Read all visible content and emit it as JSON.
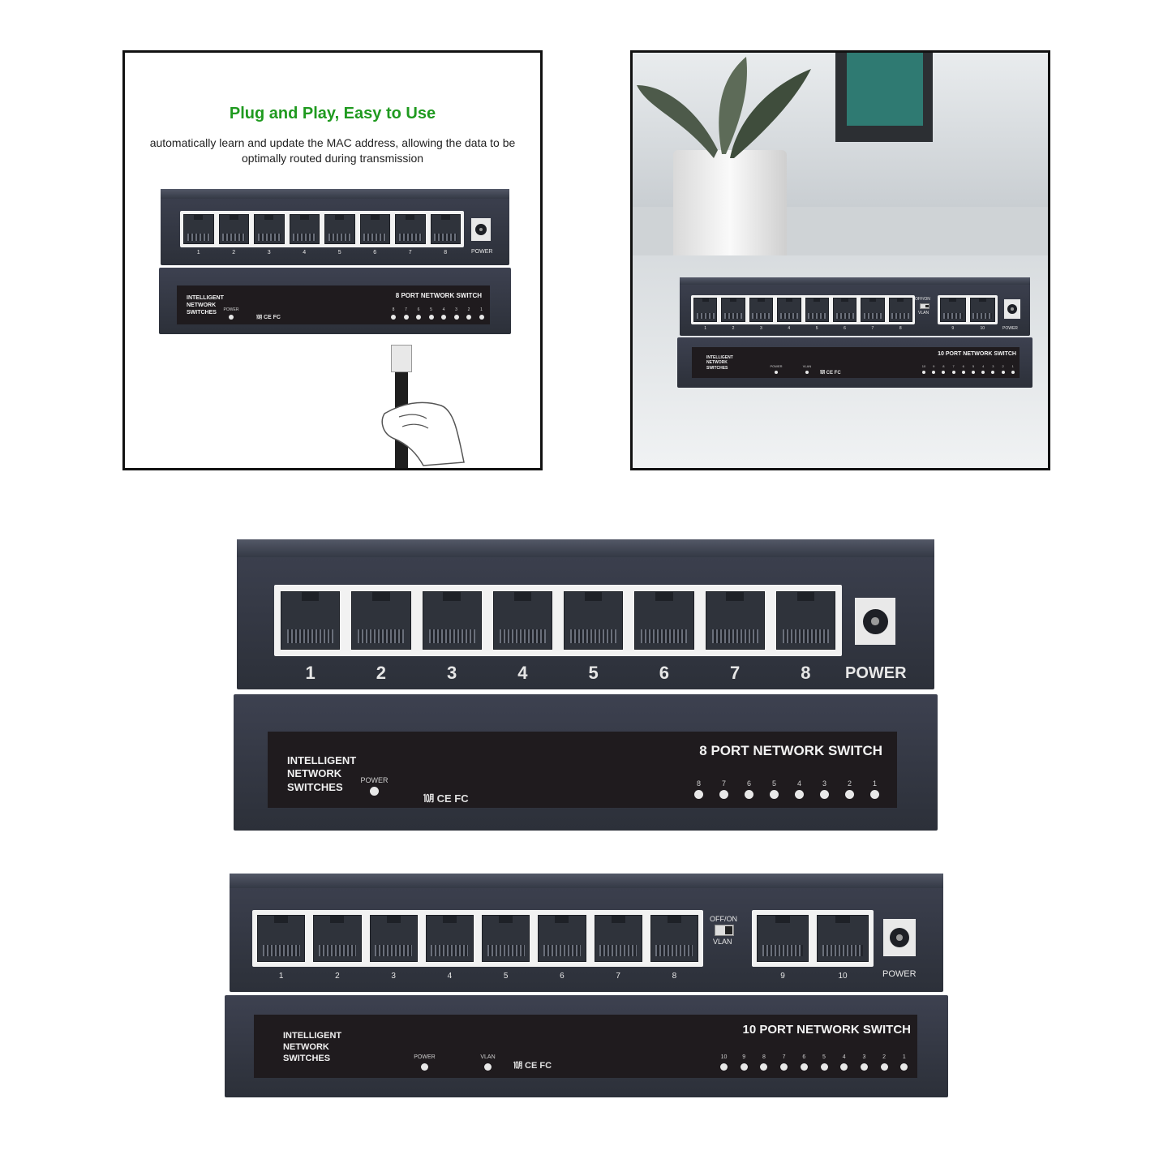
{
  "panel_left": {
    "headline": "Plug and Play, Easy to Use",
    "subtext": "automatically learn and update the MAC address, allowing the data to be optimally routed during transmission",
    "switch": {
      "port_labels": [
        "1",
        "2",
        "3",
        "4",
        "5",
        "6",
        "7",
        "8"
      ],
      "power_label": "POWER",
      "brand": [
        "INTELLIGENT",
        "NETWORK",
        "SWITCHES"
      ],
      "power_led_label": "POWER",
      "cert": "㋉ CE FC",
      "title": "8 PORT NETWORK SWITCH",
      "led_labels": [
        "8",
        "7",
        "6",
        "5",
        "4",
        "3",
        "2",
        "1"
      ]
    }
  },
  "panel_right": {
    "switch": {
      "port_labels": [
        "1",
        "2",
        "3",
        "4",
        "5",
        "6",
        "7",
        "8"
      ],
      "uplink_labels": [
        "9",
        "10"
      ],
      "vlan_switch_labels": [
        "OFF/ON",
        "VLAN"
      ],
      "power_label": "POWER",
      "brand": [
        "INTELLIGENT",
        "NETWORK",
        "SWITCHES"
      ],
      "power_led_label": "POWER",
      "vlan_led_label": "VLAN",
      "cert": "㋉ CE FC",
      "title": "10 PORT NETWORK SWITCH",
      "led_labels": [
        "10",
        "9",
        "8",
        "7",
        "6",
        "5",
        "4",
        "3",
        "2",
        "1"
      ]
    }
  },
  "switch_8": {
    "port_labels": [
      "1",
      "2",
      "3",
      "4",
      "5",
      "6",
      "7",
      "8"
    ],
    "power_label": "POWER",
    "brand": [
      "INTELLIGENT",
      "NETWORK",
      "SWITCHES"
    ],
    "power_led_label": "POWER",
    "cert": "㋉ CE FC",
    "title": "8 PORT NETWORK SWITCH",
    "led_labels": [
      "8",
      "7",
      "6",
      "5",
      "4",
      "3",
      "2",
      "1"
    ]
  },
  "switch_10": {
    "port_labels": [
      "1",
      "2",
      "3",
      "4",
      "5",
      "6",
      "7",
      "8"
    ],
    "uplink_labels": [
      "9",
      "10"
    ],
    "vlan_switch_labels": [
      "OFF/ON",
      "VLAN"
    ],
    "power_label": "POWER",
    "brand": [
      "INTELLIGENT",
      "NETWORK",
      "SWITCHES"
    ],
    "power_led_label": "POWER",
    "vlan_led_label": "VLAN",
    "cert": "㋉ CE FC",
    "title": "10 PORT NETWORK SWITCH",
    "led_labels": [
      "10",
      "9",
      "8",
      "7",
      "6",
      "5",
      "4",
      "3",
      "2",
      "1"
    ]
  }
}
